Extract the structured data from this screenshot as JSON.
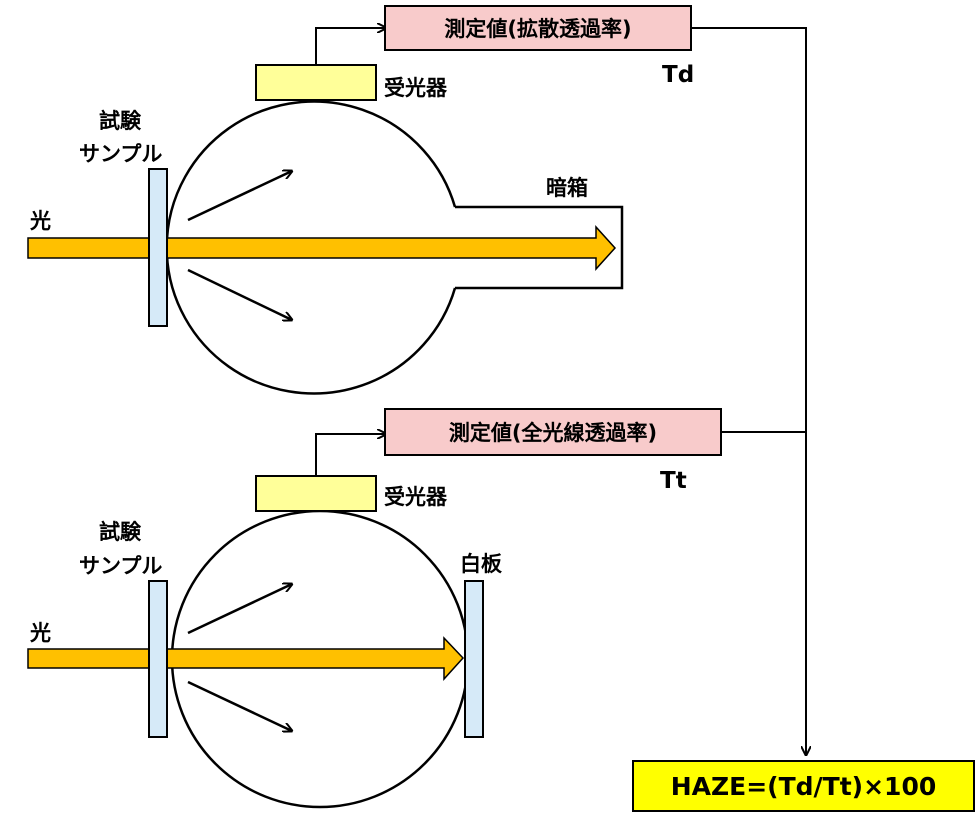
{
  "top_setup": {
    "measure_label": "測定値(拡散透過率)",
    "value_symbol": "Td",
    "detector_label": "受光器",
    "sample_label_line1": "試験",
    "sample_label_line2": "サンプル",
    "light_label": "光",
    "light_trap_label": "暗箱"
  },
  "bottom_setup": {
    "measure_label": "測定値(全光線透過率)",
    "value_symbol": "Tt",
    "detector_label": "受光器",
    "sample_label_line1": "試験",
    "sample_label_line2": "サンプル",
    "light_label": "光",
    "white_plate_label": "白板"
  },
  "formula": "HAZE=(Td/Tt)×100",
  "colors": {
    "light_beam": "#FFC000",
    "measure_box": "#F8CBCB",
    "detector": "#FFFF99",
    "sample_plate": "#D6EAF8",
    "formula_box": "#FFFF00"
  }
}
